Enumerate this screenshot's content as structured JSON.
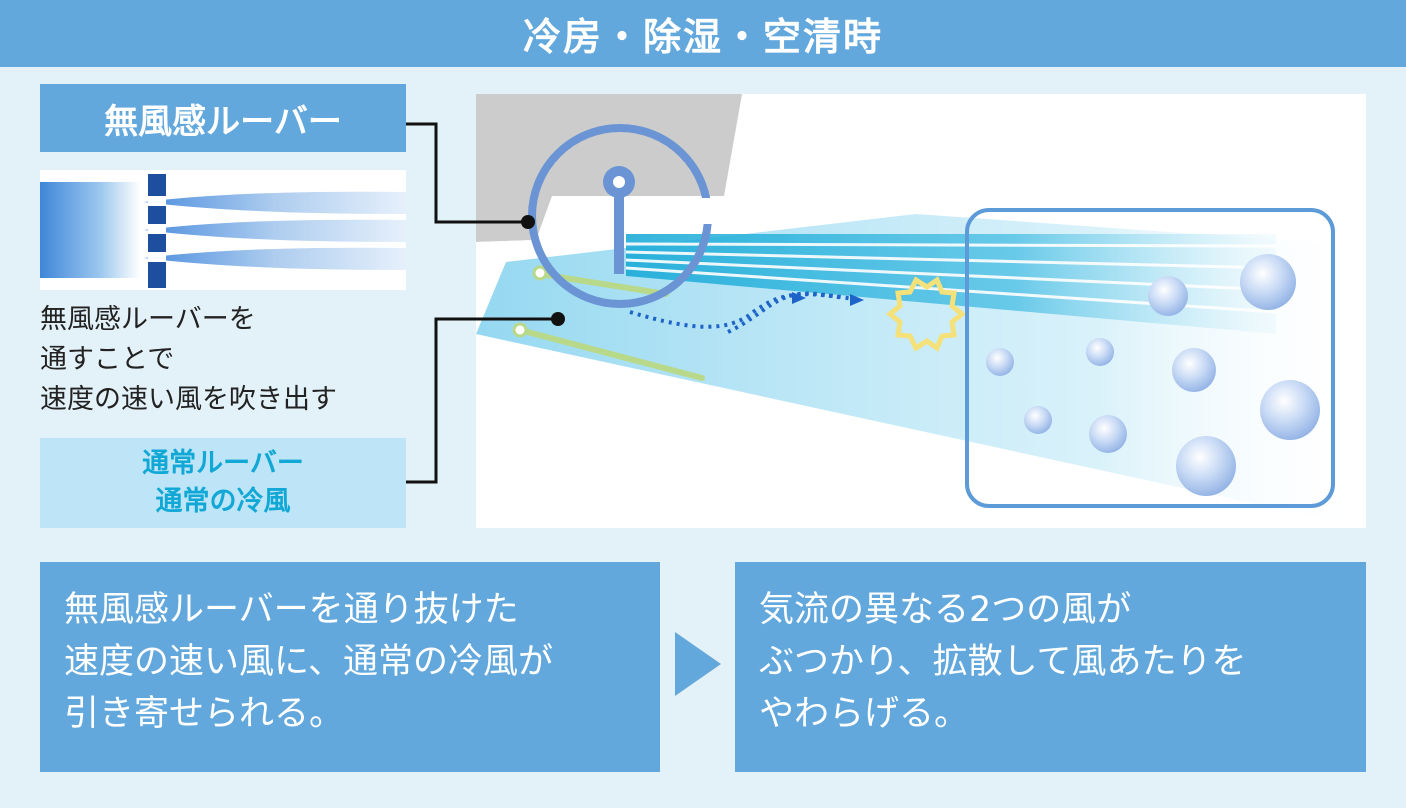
{
  "header": {
    "title": "冷房・除湿・空清時"
  },
  "labels": {
    "mufu_louver": "無風感ルーバー",
    "normal_louver_line1": "通常ルーバー",
    "normal_louver_line2": "通常の冷風"
  },
  "description": {
    "lines": [
      "無風感ルーバーを",
      "通すことで",
      "速度の速い風を吹き出す"
    ]
  },
  "boxes": {
    "left": [
      "無風感ルーバーを通り抜けた",
      "速度の速い風に、通常の冷風が",
      "引き寄せられる。"
    ],
    "right": [
      "気流の異なる2つの風が",
      "ぶつかり、拡散して風あたりを",
      "やわらげる。"
    ]
  },
  "colors": {
    "header_bg": "#63a8dc",
    "page_bg": "#e3f1f8",
    "normal_label_bg": "#bde4f7",
    "normal_label_text": "#12a8d6",
    "airflow_cyan": "#12a8d6",
    "collision_yellow": "#f5e17a",
    "louver_blue": "#6a94d4",
    "normal_louver_green": "#b8d98a"
  },
  "icons": [
    "louver-magnifier-icon",
    "collision-burst-icon",
    "next-arrow-icon",
    "air-particle-icon"
  ]
}
